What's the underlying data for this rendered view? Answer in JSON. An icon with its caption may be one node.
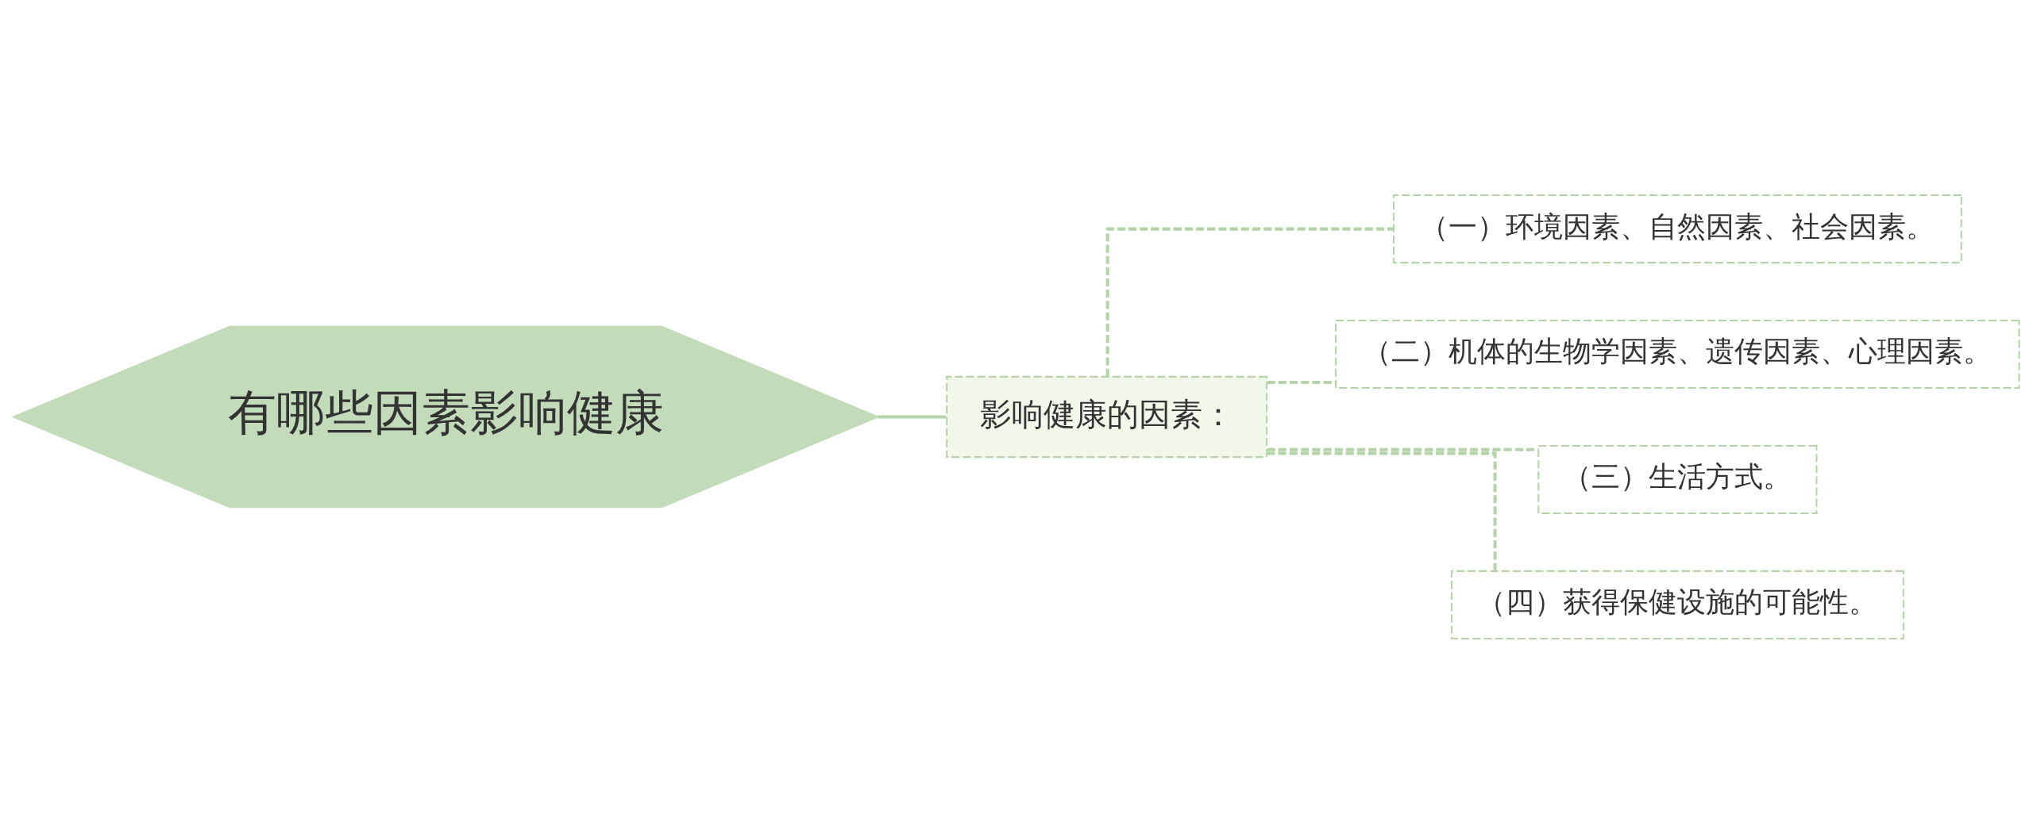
{
  "diagram": {
    "nodes": [
      {
        "text": [
          "有哪些因素影响健康"
        ]
      },
      {
        "text": [
          "影响健康的因素："
        ]
      },
      {
        "text": [
          "（一）环境因素、自然因素、社会因素。"
        ]
      },
      {
        "text": [
          "（二）机体的生物学因素、遗传因素、心理因素。"
        ]
      },
      {
        "text": [
          "（三）生活方式。"
        ]
      },
      {
        "text": [
          "（四）获得保健设施的可能性。"
        ]
      }
    ],
    "edges": [
      {
        "from": 0,
        "to": 1,
        "arrow": "none"
      },
      {
        "from": 1,
        "to": 2,
        "arrow": "none",
        "style": "dashed"
      },
      {
        "from": 1,
        "to": 3,
        "arrow": "none",
        "style": "dashed"
      },
      {
        "from": 1,
        "to": 4,
        "arrow": "none",
        "style": "dashed"
      },
      {
        "from": 1,
        "to": 5,
        "arrow": "none",
        "style": "dashed"
      }
    ]
  }
}
